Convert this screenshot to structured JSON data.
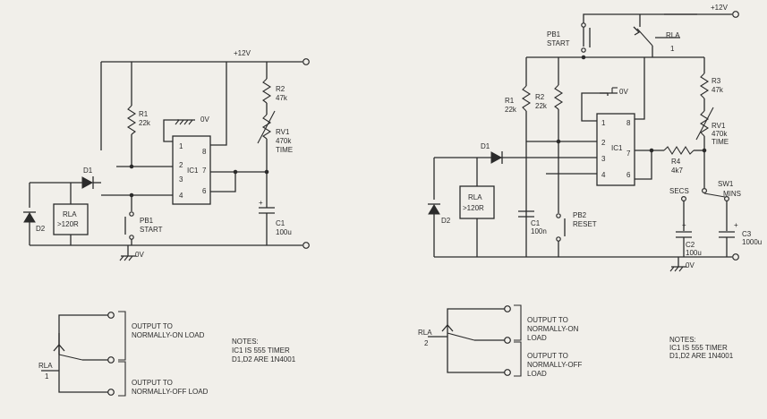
{
  "left": {
    "supply": "+12V",
    "ground": "0V",
    "ic": "IC1",
    "ic_gnd": "0V",
    "pins": [
      "1",
      "2",
      "3",
      "4",
      "8",
      "7",
      "6"
    ],
    "r1": "R1",
    "r1_val": "22k",
    "r2": "R2",
    "r2_val": "47k",
    "rv1": "RV1",
    "rv1_val": "470k",
    "rv1_fn": "TIME",
    "c1": "C1",
    "c1_val": "100u",
    "c1_plus": "+",
    "d1": "D1",
    "d2": "D2",
    "rla": "RLA",
    "rla_val": ">120R",
    "pb1": "PB1",
    "pb1_fn": "START",
    "contacts_rla": "RLA",
    "contacts_num": "1",
    "out_on_1": "OUTPUT TO",
    "out_on_2": "NORMALLY-ON LOAD",
    "out_off_1": "OUTPUT TO",
    "out_off_2": "NORMALLY-OFF LOAD",
    "notes_title": "NOTES:",
    "notes_l1": "IC1    IS 555 TIMER",
    "notes_l2": "D1,D2 ARE 1N4001"
  },
  "right": {
    "supply": "+12V",
    "ground": "0V",
    "ic": "IC1",
    "ic_gnd": "0V",
    "pins": [
      "1",
      "2",
      "3",
      "4",
      "8",
      "7",
      "6"
    ],
    "pb1": "PB1",
    "pb1_fn": "START",
    "rla_contact": "RLA",
    "rla_contact_num": "1",
    "r1": "R1",
    "r1_val": "22k",
    "r2": "R2",
    "r2_val": "22k",
    "r3": "R3",
    "r3_val": "47k",
    "rv1": "RV1",
    "rv1_val": "470k",
    "rv1_fn": "TIME",
    "r4": "R4",
    "r4_val": "4k7",
    "d1": "D1",
    "d2": "D2",
    "rla": "RLA",
    "rla_val": ">120R",
    "c1": "C1",
    "c1_val": "100n",
    "pb2": "PB2",
    "pb2_fn": "RESET",
    "secs": "SECS",
    "sw1": "SW1",
    "mins": "MINS",
    "c2": "C2",
    "c2_val": "100u",
    "c3": "C3",
    "c3_val": "1000u",
    "plus": "+",
    "contacts_rla": "RLA",
    "contacts_num": "2",
    "out_on_1": "OUTPUT TO",
    "out_on_2": "NORMALLY-ON",
    "out_on_3": "LOAD",
    "out_off_1": "OUTPUT TO",
    "out_off_2": "NORMALLY-OFF",
    "out_off_3": "LOAD",
    "notes_title": "NOTES:",
    "notes_l1": "IC1    IS 555 TIMER",
    "notes_l2": "D1,D2 ARE 1N4001"
  }
}
